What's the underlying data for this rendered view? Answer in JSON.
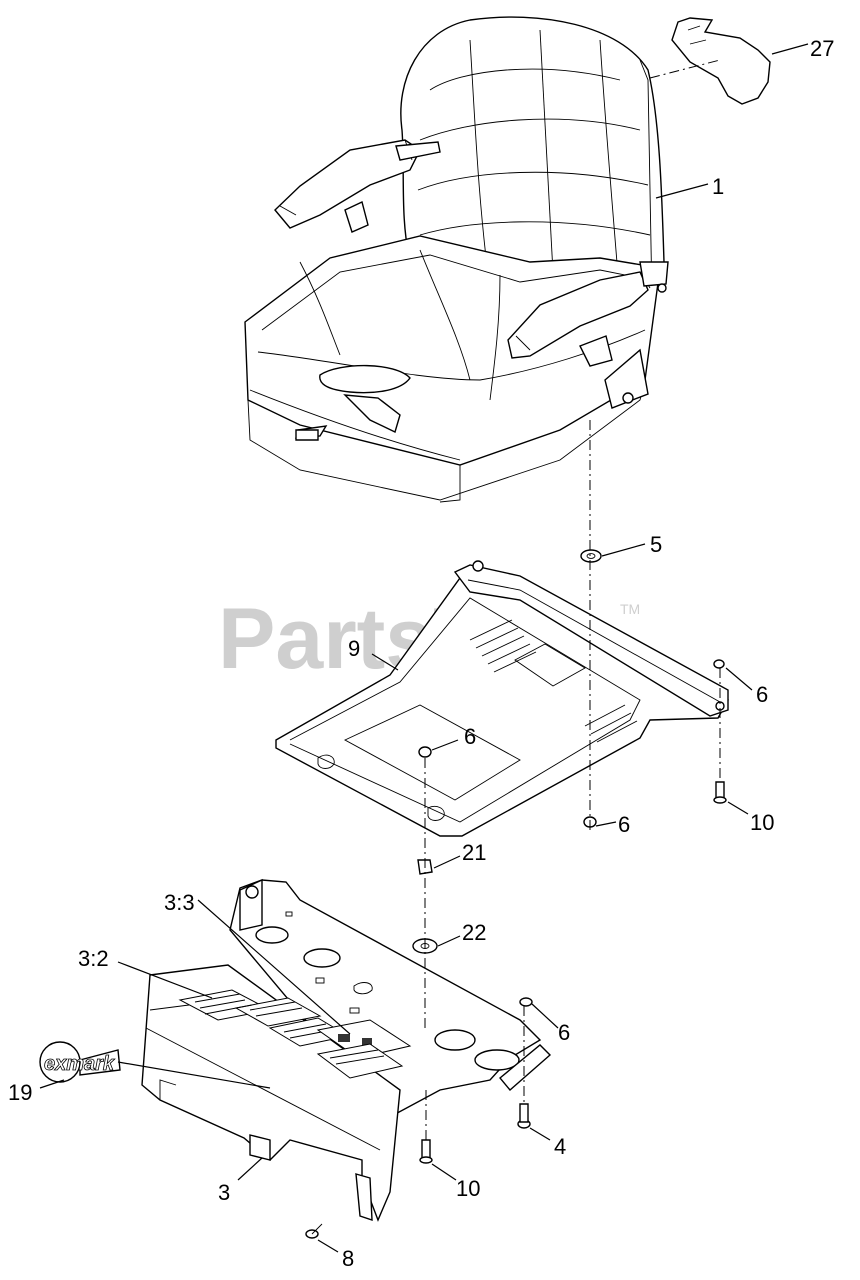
{
  "watermark": {
    "text": "PartsTree",
    "trademark": "TM"
  },
  "callouts": [
    {
      "id": "27",
      "label": "27"
    },
    {
      "id": "1",
      "label": "1"
    },
    {
      "id": "5",
      "label": "5"
    },
    {
      "id": "9",
      "label": "9"
    },
    {
      "id": "6a",
      "label": "6"
    },
    {
      "id": "6b",
      "label": "6"
    },
    {
      "id": "10a",
      "label": "10"
    },
    {
      "id": "6c",
      "label": "6"
    },
    {
      "id": "21",
      "label": "21"
    },
    {
      "id": "3_3",
      "label": "3:3"
    },
    {
      "id": "22",
      "label": "22"
    },
    {
      "id": "3_2",
      "label": "3:2"
    },
    {
      "id": "6d",
      "label": "6"
    },
    {
      "id": "19",
      "label": "19"
    },
    {
      "id": "4",
      "label": "4"
    },
    {
      "id": "3",
      "label": "3"
    },
    {
      "id": "10b",
      "label": "10"
    },
    {
      "id": "8",
      "label": "8"
    }
  ],
  "logo_text": "exmark"
}
